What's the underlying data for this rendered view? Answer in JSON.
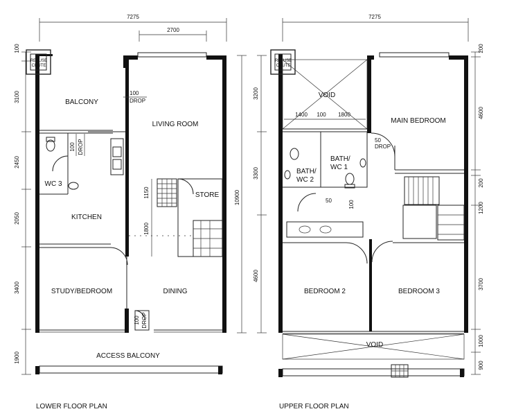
{
  "lower": {
    "caption": "LOWER FLOOR PLAN",
    "dims": {
      "top_width": "7275",
      "living_width": "2700",
      "left": [
        "100",
        "3100",
        "2450",
        "2050",
        "3400",
        "1900"
      ],
      "right_total": "10900",
      "stair_1150": "1150",
      "stair_1800": "1800"
    },
    "rooms": {
      "refuse_chute": [
        "REFUSE",
        "CHUTE"
      ],
      "balcony": "BALCONY",
      "living_room": "LIVING ROOM",
      "wc3": "WC 3",
      "kitchen": "KITCHEN",
      "store": "STORE",
      "study": "STUDY/BEDROOM",
      "dining": "DINING",
      "access_balcony": "ACCESS BALCONY"
    },
    "drops": {
      "drop_a_num": "100",
      "drop_a_word": "DROP",
      "drop_b_num": "100",
      "drop_b_word": "DROP",
      "drop_c_num": "100",
      "drop_c_word": "DROP"
    }
  },
  "upper": {
    "caption": "UPPER FLOOR PLAN",
    "dims": {
      "top_width": "7275",
      "left": [
        "3200",
        "3300",
        "4600"
      ],
      "right": [
        "200",
        "4600",
        "200",
        "1200",
        "3700",
        "1000",
        "900"
      ],
      "void_1400": "1400",
      "void_100": "100",
      "void_1800": "1800",
      "bath_50": "50",
      "bath_100": "100"
    },
    "rooms": {
      "refuse_chute": [
        "REFUSE",
        "CHUTE"
      ],
      "void_top": "VOID",
      "main_bedroom": "MAIN BEDROOM",
      "bath_wc1": [
        "BATH/",
        "WC 1"
      ],
      "bath_wc2": [
        "BATH/",
        "WC 2"
      ],
      "bedroom2": "BEDROOM 2",
      "bedroom3": "BEDROOM 3",
      "void_bottom": "VOID"
    },
    "drops": {
      "drop_a_num": "50",
      "drop_a_word": "DROP"
    }
  }
}
